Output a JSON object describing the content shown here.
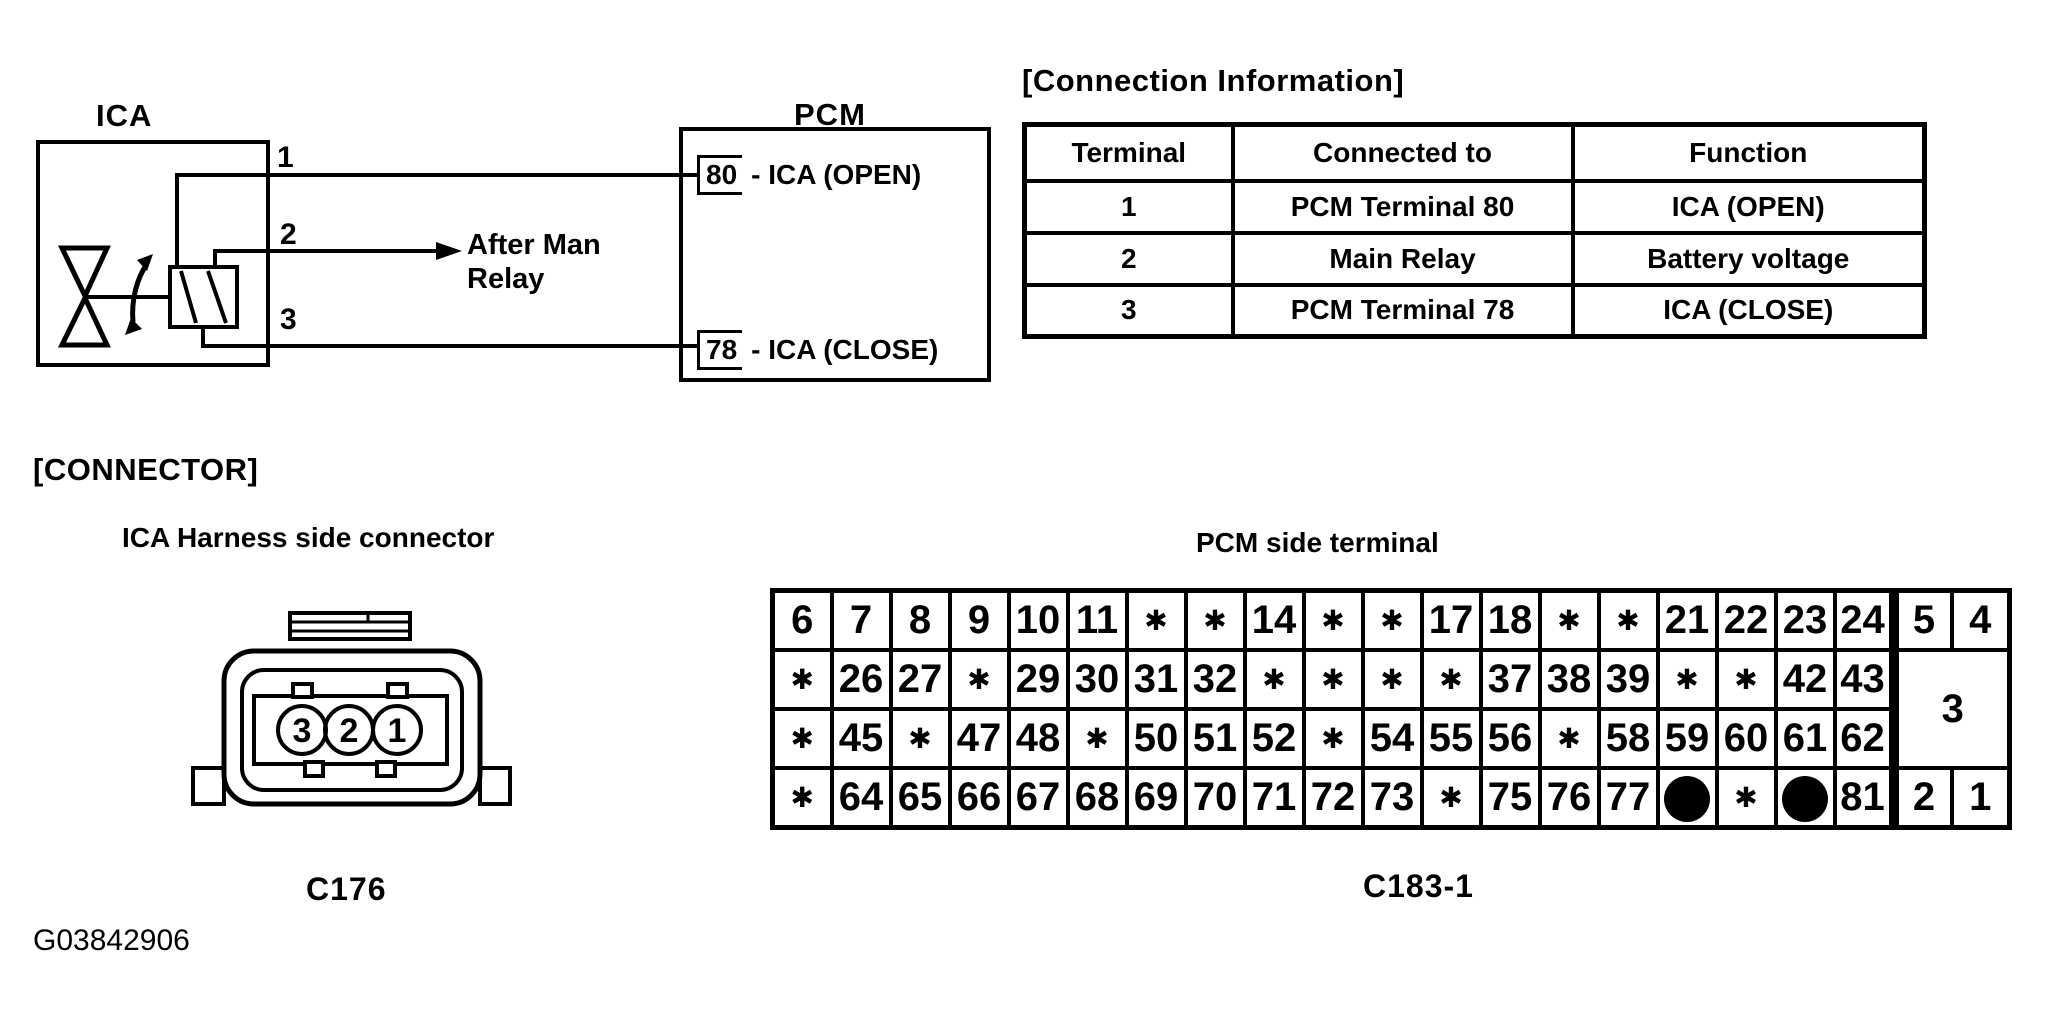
{
  "schematic": {
    "ica_label": "ICA",
    "pcm_label": "PCM",
    "pin_1": "1",
    "pin_2": "2",
    "pin_3": "3",
    "wire_2_target": "After Man\nRelay",
    "pcm_terminal_open": "80",
    "pcm_terminal_open_label": "- ICA (OPEN)",
    "pcm_terminal_close": "78",
    "pcm_terminal_close_label": "- ICA (CLOSE)"
  },
  "connection_info": {
    "title": "[Connection Information]",
    "headers": [
      "Terminal",
      "Connected to",
      "Function"
    ],
    "rows": [
      [
        "1",
        "PCM Terminal 80",
        "ICA (OPEN)"
      ],
      [
        "2",
        "Main Relay",
        "Battery voltage"
      ],
      [
        "3",
        "PCM Terminal 78",
        "ICA (CLOSE)"
      ]
    ]
  },
  "connector_section": {
    "title": "[CONNECTOR]",
    "harness_label": "ICA Harness side connector",
    "harness_pins": [
      "3",
      "2",
      "1"
    ],
    "harness_code": "C176",
    "pcm_label": "PCM side terminal",
    "pcm_code": "C183-1"
  },
  "pcm_grid": {
    "rows": [
      [
        "6",
        "7",
        "8",
        "9",
        "10",
        "11",
        "*",
        "*",
        "14",
        "*",
        "*",
        "17",
        "18",
        "*",
        "*",
        "21",
        "22",
        "23",
        "24"
      ],
      [
        "*",
        "26",
        "27",
        "*",
        "29",
        "30",
        "31",
        "32",
        "*",
        "*",
        "*",
        "*",
        "37",
        "38",
        "39",
        "*",
        "*",
        "42",
        "43"
      ],
      [
        "*",
        "45",
        "*",
        "47",
        "48",
        "*",
        "50",
        "51",
        "52",
        "*",
        "54",
        "55",
        "56",
        "*",
        "58",
        "59",
        "60",
        "61",
        "62"
      ],
      [
        "*",
        "64",
        "65",
        "66",
        "67",
        "68",
        "69",
        "70",
        "71",
        "72",
        "73",
        "*",
        "75",
        "76",
        "77",
        "●",
        "*",
        "●",
        "81"
      ]
    ],
    "right_block": {
      "top": [
        "5",
        "4"
      ],
      "middle": "3",
      "bottom": [
        "2",
        "1"
      ]
    }
  },
  "figure_id": "G03842906"
}
